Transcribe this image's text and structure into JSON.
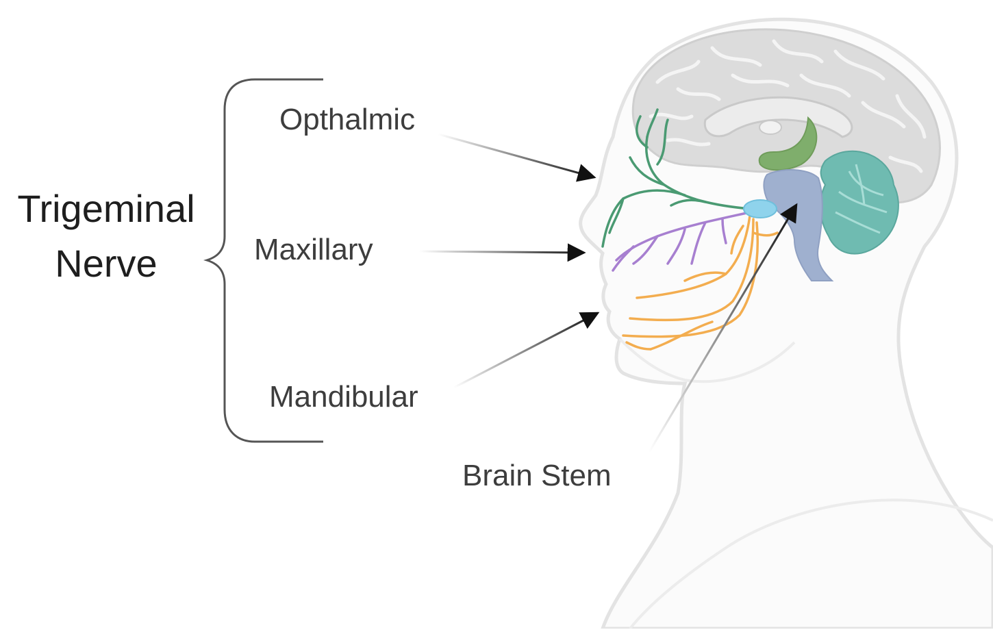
{
  "diagram": {
    "title_line1": "Trigeminal",
    "title_line2": "Nerve",
    "labels": {
      "opthalmic": "Opthalmic",
      "maxillary": "Maxillary",
      "mandibular": "Mandibular",
      "brain_stem": "Brain Stem"
    },
    "colors": {
      "opthalmic_branch": "#4a9a72",
      "maxillary_branch": "#a77fd0",
      "mandibular_branch": "#f3ad4f",
      "ganglion": "#8fd3ec",
      "brain": "#dcdcdc",
      "brain_stem": "#9fb0cf",
      "cerebellum": "#6fbbb1",
      "limbic": "#7fae6c",
      "head_outline": "#e6e6e6"
    }
  }
}
